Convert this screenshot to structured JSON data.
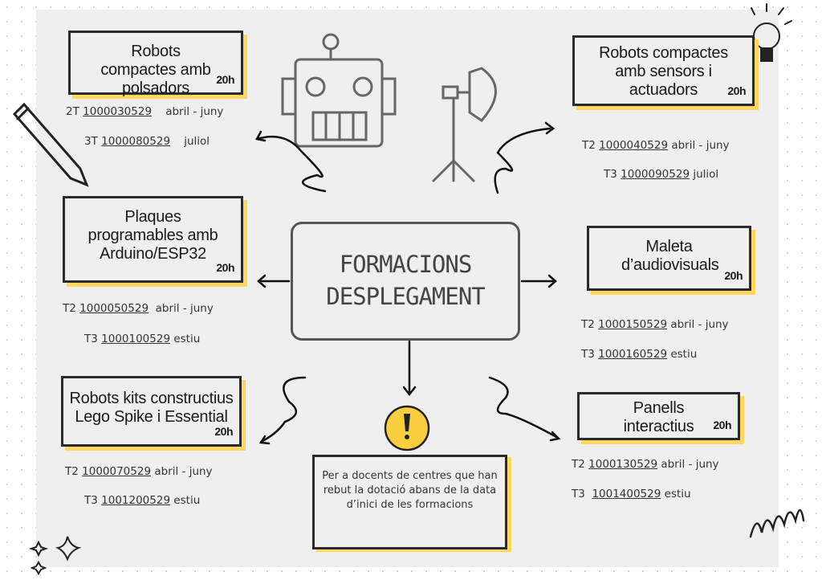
{
  "title": {
    "line1": "FORMACIONS",
    "line2": "DESPLEGAMENT"
  },
  "courses": [
    {
      "name": "Robots compactes amb polsadors",
      "hours": "20h",
      "sessions": [
        {
          "term": "2T",
          "code": "1000030529",
          "period": "abril - juny"
        },
        {
          "term": "3T",
          "code": "1000080529",
          "period": "juliol"
        }
      ]
    },
    {
      "name": "Robots compactes amb sensors i actuadors",
      "hours": "20h",
      "sessions": [
        {
          "term": "T2",
          "code": "1000040529",
          "period": "abril - juny"
        },
        {
          "term": "T3",
          "code": "1000090529",
          "period": "juliol"
        }
      ]
    },
    {
      "name": "Plaques programables amb Arduino/ESP32",
      "hours": "20h",
      "sessions": [
        {
          "term": "T2",
          "code": "1000050529",
          "period": "abril - juny"
        },
        {
          "term": "T3",
          "code": "1000100529",
          "period": "estiu"
        }
      ]
    },
    {
      "name": "Maleta d’audiovisuals",
      "hours": "20h",
      "sessions": [
        {
          "term": "T2",
          "code": "1000150529",
          "period": "abril - juny"
        },
        {
          "term": "T3",
          "code": "1000160529",
          "period": "estiu"
        }
      ]
    },
    {
      "name": "Robots kits constructius Lego Spike i Essential",
      "hours": "20h",
      "sessions": [
        {
          "term": "T2",
          "code": "1000070529",
          "period": "abril - juny"
        },
        {
          "term": "T3",
          "code": "1001200529",
          "period": "estiu"
        }
      ]
    },
    {
      "name": "Panells interactius",
      "hours": "20h",
      "sessions": [
        {
          "term": "T2",
          "code": "1000130529",
          "period": "abril - juny"
        },
        {
          "term": "T3",
          "code": "1001400529",
          "period": "estiu"
        }
      ]
    }
  ],
  "note": "Per a docents de centres que han rebut la dotació abans de la data d’inici de les formacions",
  "colors": {
    "accent": "#ffd75e",
    "panel": "#efefef",
    "ink": "#2a2a2a"
  }
}
